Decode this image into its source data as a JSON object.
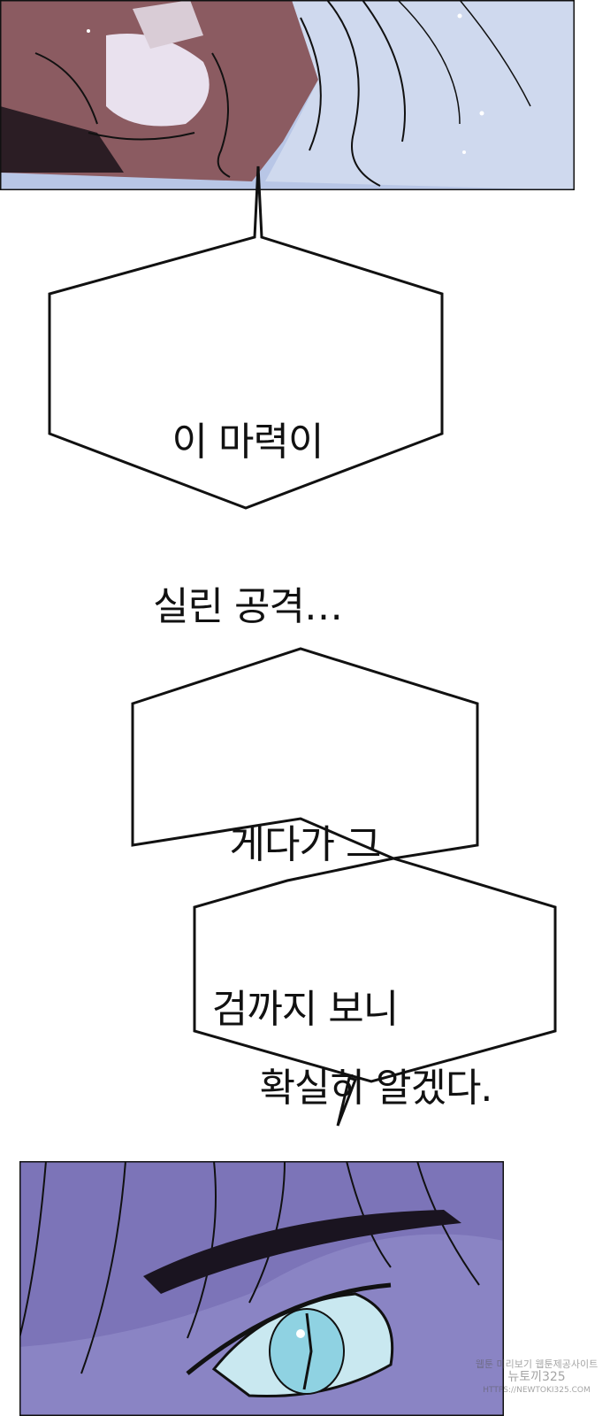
{
  "bubbles": [
    {
      "lines": [
        "이 마력이",
        "실린 공격…"
      ]
    },
    {
      "lines": [
        "게다가 그",
        "검까지 보니"
      ]
    },
    {
      "lines": [
        "확실히 알겠다."
      ]
    }
  ],
  "watermark": {
    "lines": [
      "웹툰 미리보기 웹툰제공사이트",
      "뉴토끼325",
      "HTTPS://NEWTOKI325.COM"
    ]
  },
  "colors": {
    "skin": "#8a5a5e",
    "shadow_blue": "#9fb0d6",
    "hair_white": "#dde4f2",
    "hair_purple": "#8c86c8",
    "eye": "#9fd6e6",
    "outline": "#111111"
  },
  "icons": [
    "sparkle-icon",
    "eye-icon"
  ]
}
